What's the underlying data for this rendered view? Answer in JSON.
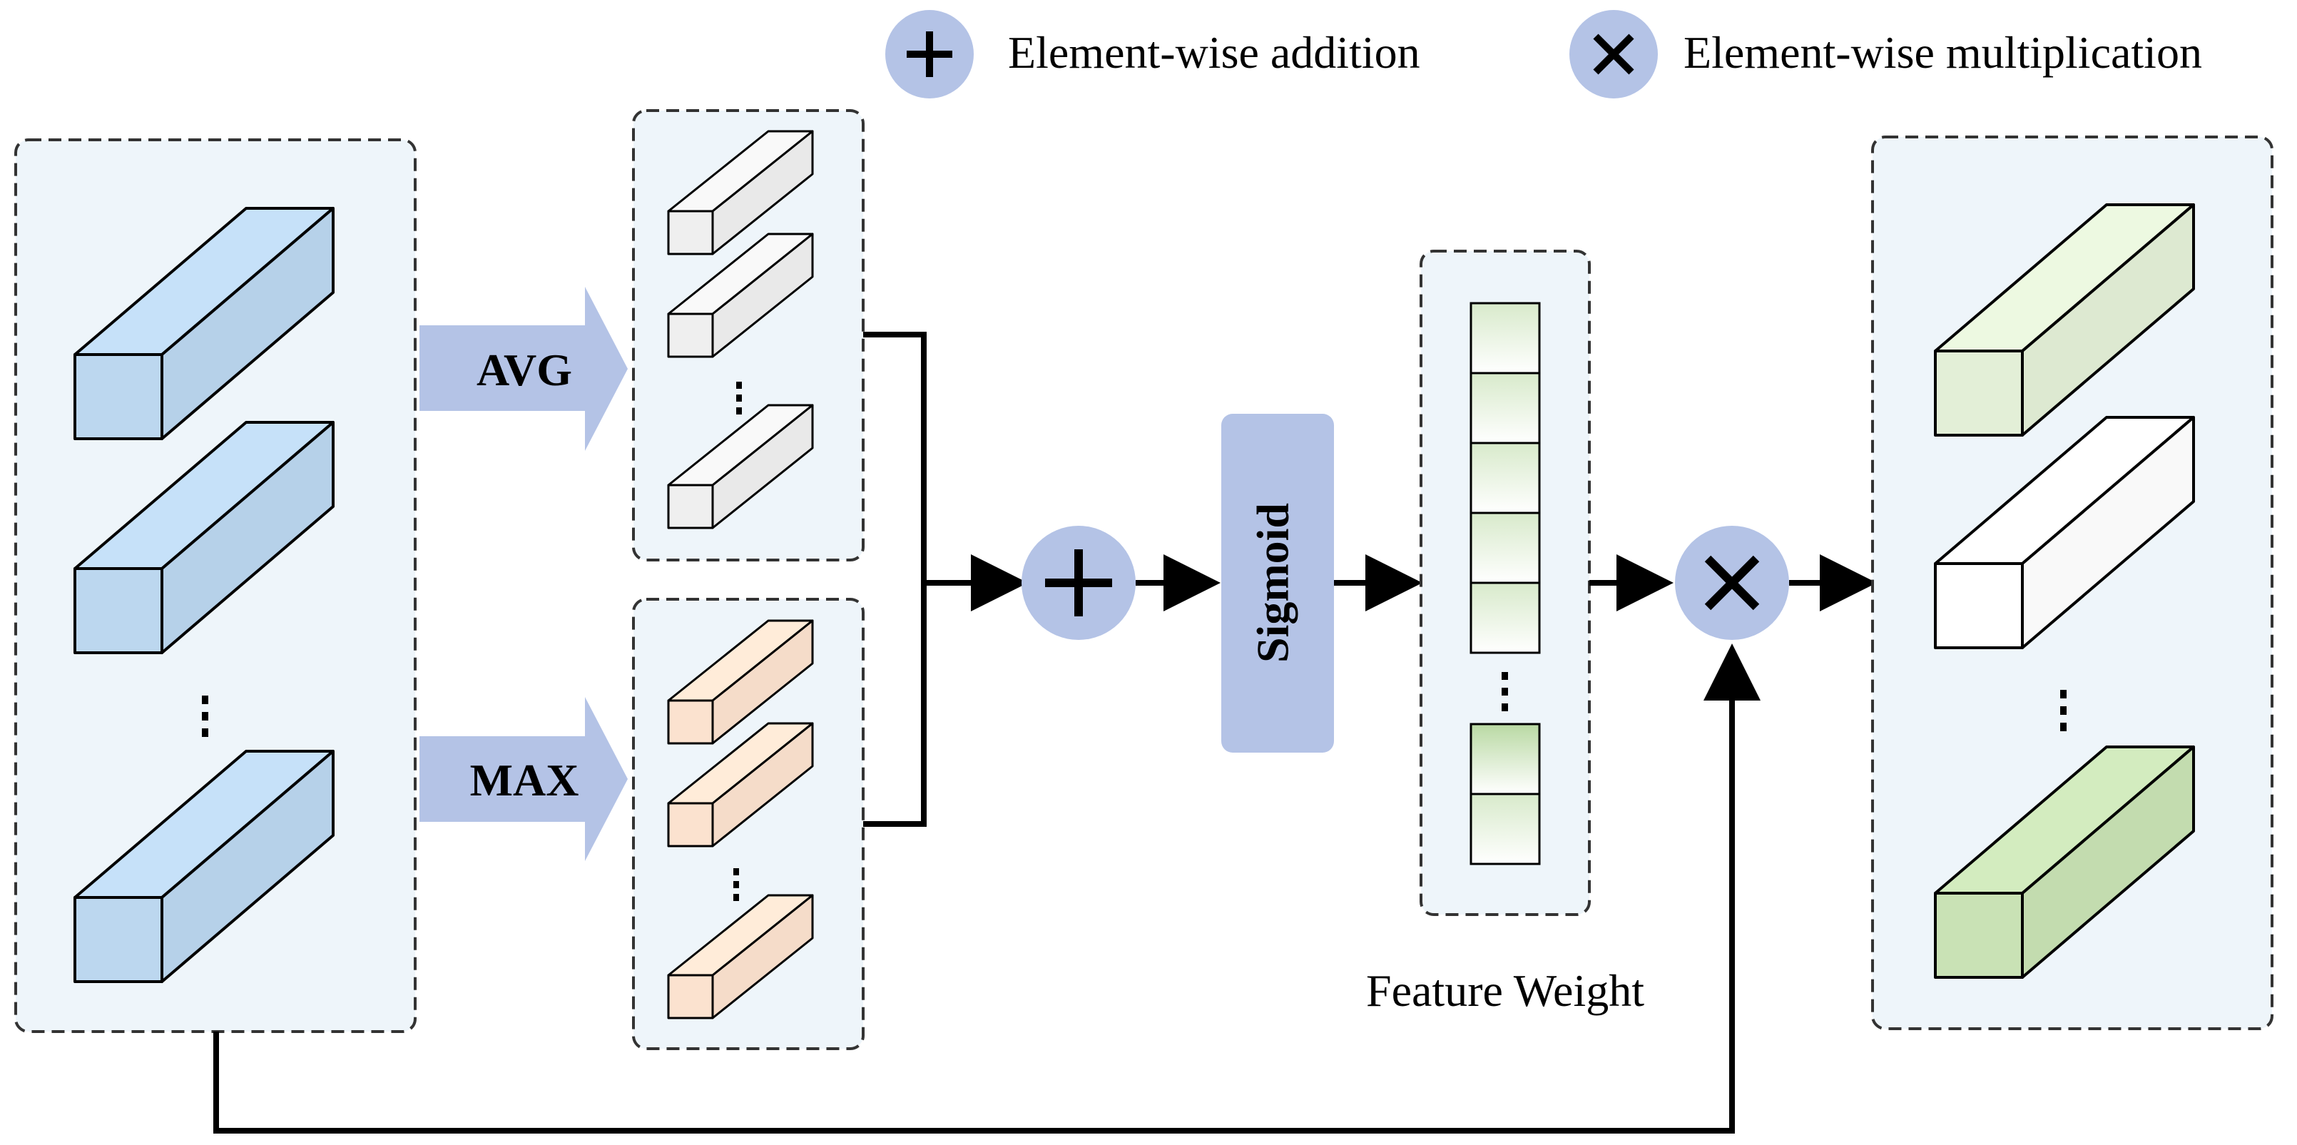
{
  "legend": {
    "addition_label": "Element-wise addition",
    "multiplication_label": "Element-wise multiplication"
  },
  "arrows": {
    "avg_label": "AVG",
    "max_label": "MAX"
  },
  "sigmoid": {
    "label": "Sigmoid"
  },
  "feature_weight": {
    "caption": "Feature Weight"
  },
  "symbols": {
    "plus": "+",
    "times": "×"
  },
  "colors": {
    "panel_fill": "#eef5fa",
    "panel_border": "#333333",
    "input_cube": "#bcd7ef",
    "avg_cube": "#efefef",
    "max_cube": "#fbe2cf",
    "op_circle": "#b4c3e6",
    "sigmoid_box": "#b4c3e6",
    "green_cube": "#c9e2b5",
    "pale_green_cube": "#e3efd7",
    "white_cube": "#ffffff"
  }
}
